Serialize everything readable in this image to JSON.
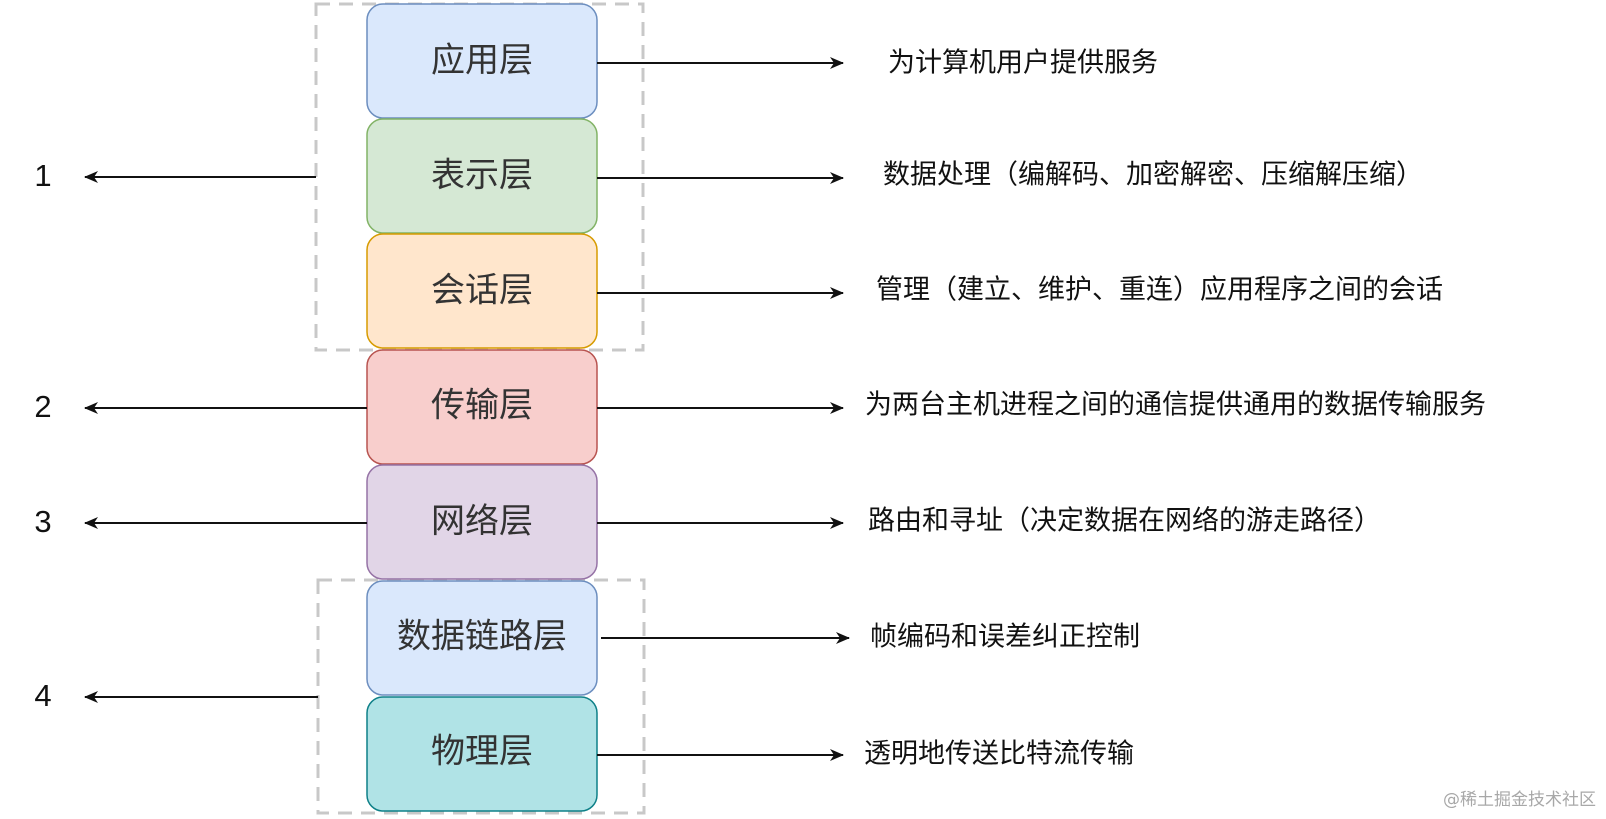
{
  "layers": [
    {
      "name": "应用层",
      "description": "为计算机用户提供服务",
      "fill": "#dae8fc",
      "stroke": "#6c8ebf"
    },
    {
      "name": "表示层",
      "description": "数据处理（编解码、加密解密、压缩解压缩）",
      "fill": "#d5e8d4",
      "stroke": "#82b366"
    },
    {
      "name": "会话层",
      "description": "管理（建立、维护、重连）应用程序之间的会话",
      "fill": "#ffe6cc",
      "stroke": "#d79b00"
    },
    {
      "name": "传输层",
      "description": "为两台主机进程之间的通信提供通用的数据传输服务",
      "fill": "#f8cecc",
      "stroke": "#b85450"
    },
    {
      "name": "网络层",
      "description": "路由和寻址（决定数据在网络的游走路径）",
      "fill": "#e1d5e7",
      "stroke": "#9673a6"
    },
    {
      "name": "数据链路层",
      "description": "帧编码和误差纠正控制",
      "fill": "#dae8fc",
      "stroke": "#6c8ebf"
    },
    {
      "name": "物理层",
      "description": "透明地传送比特流传输",
      "fill": "#b0e3e6",
      "stroke": "#0e8088"
    }
  ],
  "groups": [
    {
      "number": "1"
    },
    {
      "number": "2"
    },
    {
      "number": "3"
    },
    {
      "number": "4"
    }
  ],
  "colors": {
    "arrow": "#111111",
    "dashed_border": "#c8c8c8",
    "watermark": "#a8a8a8"
  },
  "watermark": "@稀土掘金技术社区"
}
